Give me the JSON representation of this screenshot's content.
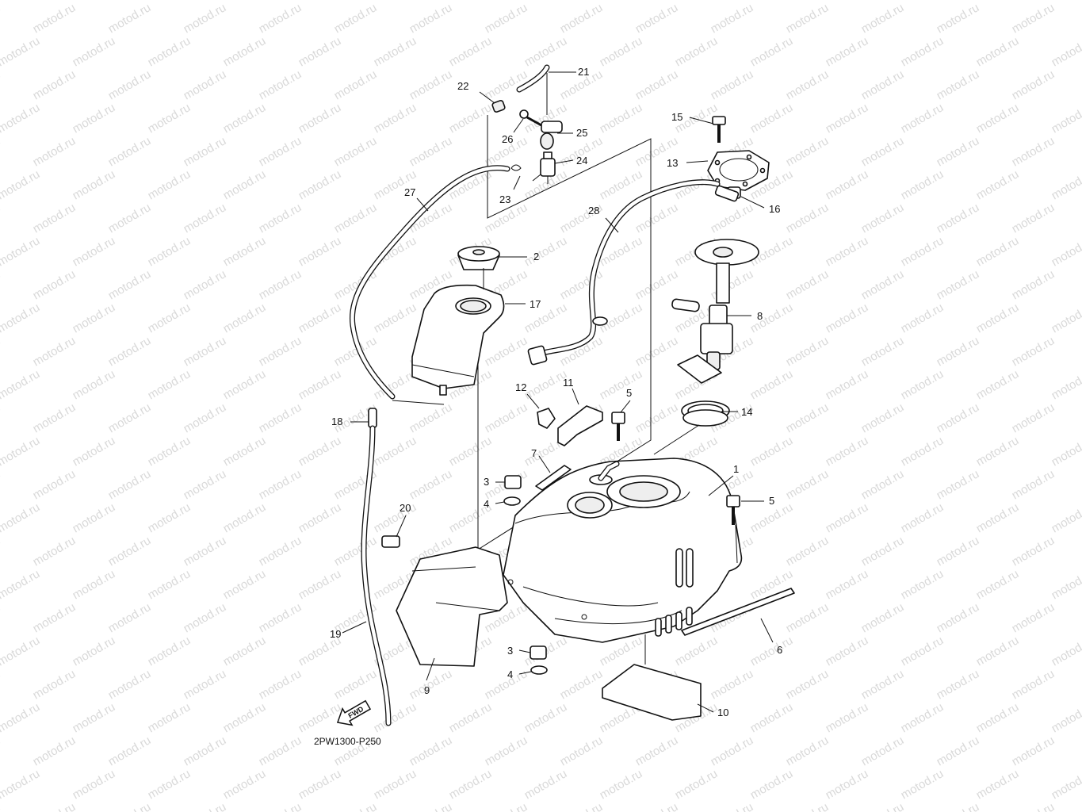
{
  "watermark": {
    "text": "motod.ru"
  },
  "diagram_code": "2PW1300-P250",
  "direction_arrow": {
    "label": "FWD"
  },
  "callouts": {
    "c21": "21",
    "c22": "22",
    "c25": "25",
    "c26": "26",
    "c24": "24",
    "c23": "23",
    "c27": "27",
    "c15": "15",
    "c13": "13",
    "c16": "16",
    "c28": "28",
    "c2": "2",
    "c17": "17",
    "c8": "8",
    "c12": "12",
    "c11": "11",
    "c5a": "5",
    "c14": "14",
    "c18": "18",
    "c7": "7",
    "c1": "1",
    "c3a": "3",
    "c4a": "4",
    "c5b": "5",
    "c20": "20",
    "c19": "19",
    "c9": "9",
    "c6": "6",
    "c3b": "3",
    "c4b": "4",
    "c10": "10"
  }
}
